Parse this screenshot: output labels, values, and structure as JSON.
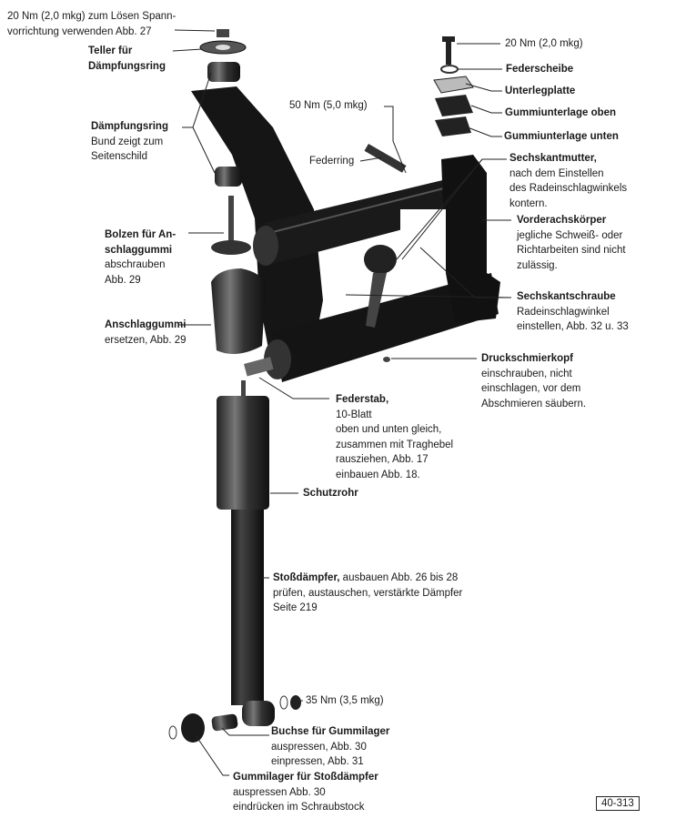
{
  "callouts": {
    "top_torque": {
      "lines": [
        "20 Nm (2,0 mkg) zum Lösen Spann-",
        "vorrichtung verwenden Abb. 27"
      ]
    },
    "teller": {
      "title": [
        "Teller für",
        "Dämpfungsring"
      ]
    },
    "daempfungsring": {
      "title": "Dämpfungsring",
      "lines": [
        "Bund zeigt zum",
        "Seitenschild"
      ]
    },
    "torque_50": {
      "lines": [
        "50 Nm (5,0 mkg)"
      ]
    },
    "federring": {
      "lines": [
        "Federring"
      ]
    },
    "torque_20_right": {
      "lines": [
        "20 Nm (2,0 mkg)"
      ]
    },
    "federscheibe": {
      "title": "Federscheibe"
    },
    "unterlegplatte": {
      "title": "Unterlegplatte"
    },
    "gummi_oben": {
      "title": "Gummiunterlage oben"
    },
    "gummi_unten": {
      "title": "Gummiunterlage unten"
    },
    "sechskantmutter": {
      "title": "Sechskantmutter,",
      "lines": [
        "nach dem Einstellen",
        "des Radeinschlagwinkels",
        "kontern."
      ]
    },
    "vorderachskoerper": {
      "title": "Vorderachskörper",
      "lines": [
        "jegliche Schweiß- oder",
        "Richtarbeiten sind nicht",
        "zulässig."
      ]
    },
    "sechskantschraube": {
      "title": "Sechskantschraube",
      "lines": [
        "Radeinschlagwinkel",
        "einstellen, Abb. 32 u. 33"
      ]
    },
    "druckschmierkopf": {
      "title": "Druckschmierkopf",
      "lines": [
        "einschrauben, nicht",
        "einschlagen, vor dem",
        "Abschmieren säubern."
      ]
    },
    "bolzen": {
      "title": [
        "Bolzen für An-",
        "schlaggummi"
      ],
      "lines": [
        "abschrauben",
        "Abb. 29"
      ]
    },
    "anschlaggummi": {
      "title": "Anschlaggummi",
      "lines": [
        "ersetzen, Abb. 29"
      ]
    },
    "federstab": {
      "lines": [
        "Federstab,",
        "10-Blatt",
        "oben und unten gleich,",
        "zusammen mit Traghebel",
        "rausziehen, Abb. 17",
        "einbauen Abb. 18."
      ]
    },
    "schutzrohr": {
      "title": "Schutzrohr"
    },
    "stossdaempfer": {
      "title": "Stoßdämpfer,",
      "title_rest": " ausbauen Abb. 26 bis 28",
      "lines": [
        "prüfen, austauschen, verstärkte Dämpfer",
        "Seite  219"
      ]
    },
    "torque_35": {
      "lines": [
        "35 Nm (3,5 mkg)"
      ]
    },
    "buchse": {
      "title": "Buchse für Gummilager",
      "lines": [
        "auspressen, Abb. 30",
        "einpressen, Abb. 31"
      ]
    },
    "gummilager": {
      "title": "Gummilager für Stoßdämpfer",
      "lines": [
        "auspressen Abb. 30",
        "eindrücken im Schraubstock"
      ]
    }
  },
  "figure_number": "40-313"
}
